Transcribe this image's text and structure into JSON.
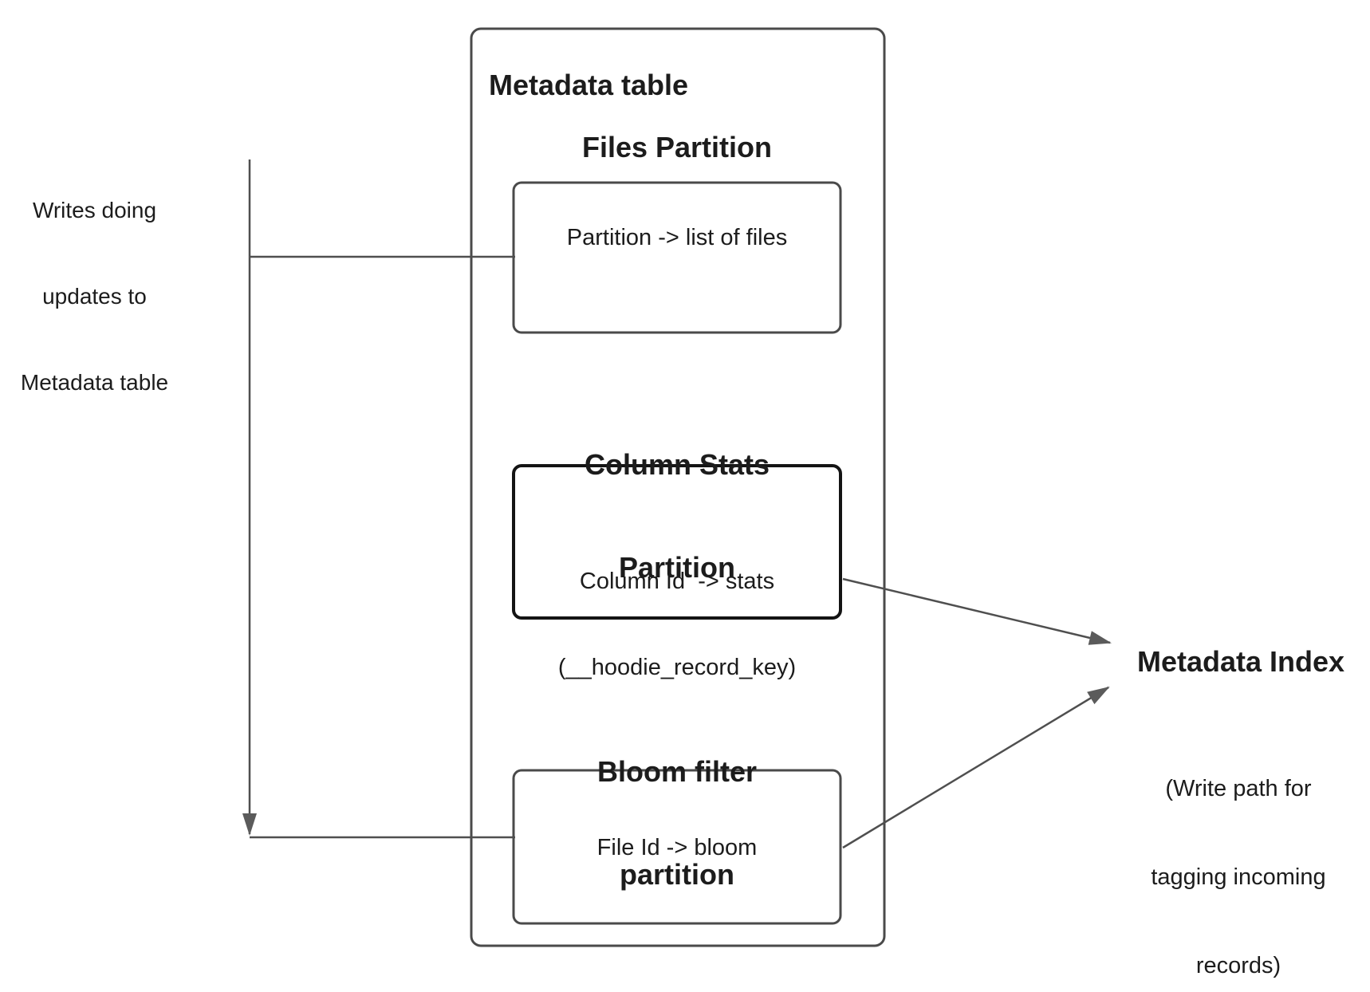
{
  "colors": {
    "border": "#4a4a4a",
    "emphasis_border": "#141414",
    "connector": "#4f4f4f",
    "arrowhead": "#5b5b5b",
    "text": "#1c1c1c"
  },
  "left_note": {
    "line1": "Writes doing",
    "line2": "updates to",
    "line3": "Metadata table"
  },
  "metadata_table": {
    "title": "Metadata table",
    "files_partition": {
      "heading": "Files Partition",
      "content": "Partition -> list of files"
    },
    "column_stats_partition": {
      "heading_line1": "Column Stats",
      "heading_line2": "Partition",
      "content_line1": "Column Id  -> stats",
      "content_line2": "(__hoodie_record_key)"
    },
    "bloom_filter_partition": {
      "heading_line1": "Bloom filter",
      "heading_line2": "partition",
      "content": "File Id -> bloom"
    }
  },
  "metadata_index": {
    "title": "Metadata Index",
    "note_line1": "(Write path for",
    "note_line2": "tagging incoming",
    "note_line3": "records)"
  }
}
